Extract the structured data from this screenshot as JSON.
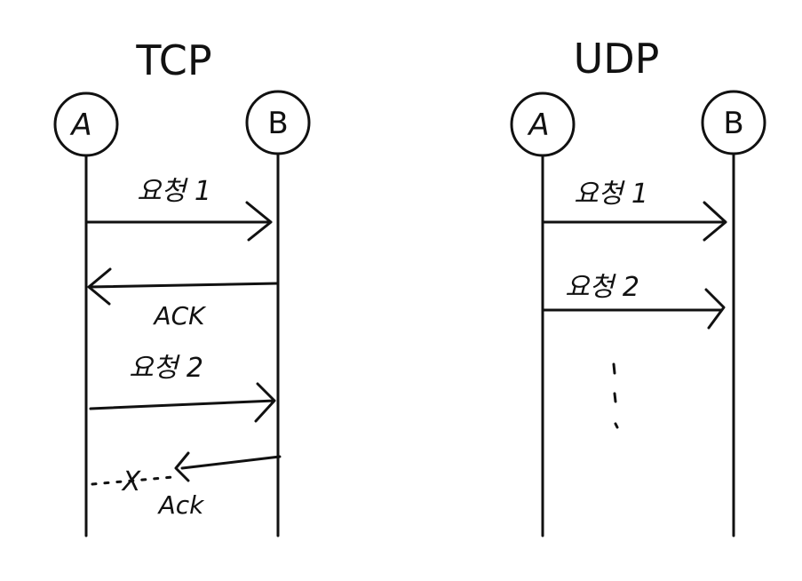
{
  "colors": {
    "ink": "#111111",
    "background": "#ffffff"
  },
  "tcp": {
    "title": "TCP",
    "node_a": "A",
    "node_b": "B",
    "messages": [
      {
        "label": "요청 1"
      },
      {
        "label": "ACK"
      },
      {
        "label": "요청 2"
      },
      {
        "label": "Ack",
        "lost_mark": "X"
      }
    ]
  },
  "udp": {
    "title": "UDP",
    "node_a": "A",
    "node_b": "B",
    "messages": [
      {
        "label": "요청 1"
      },
      {
        "label": "요청 2"
      }
    ],
    "continuation": "⋮"
  }
}
